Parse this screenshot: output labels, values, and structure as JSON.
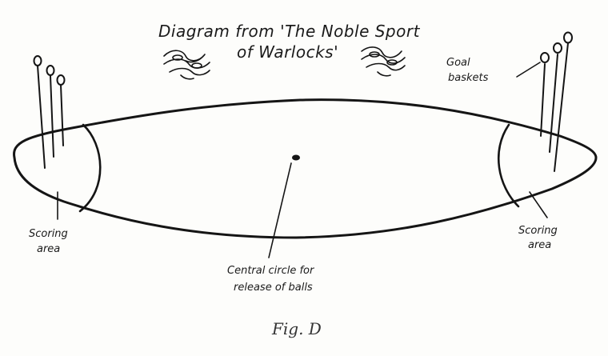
{
  "title": {
    "line1": "Diagram from 'The Noble Sport",
    "line2": "of Warlocks'"
  },
  "labels": {
    "goal_baskets_1": "Goal",
    "goal_baskets_2": "baskets",
    "scoring_left_1": "Scoring",
    "scoring_left_2": "area",
    "scoring_right_1": "Scoring",
    "scoring_right_2": "area",
    "central_1": "Central circle for",
    "central_2": "release of balls"
  },
  "caption": "Fig. D"
}
